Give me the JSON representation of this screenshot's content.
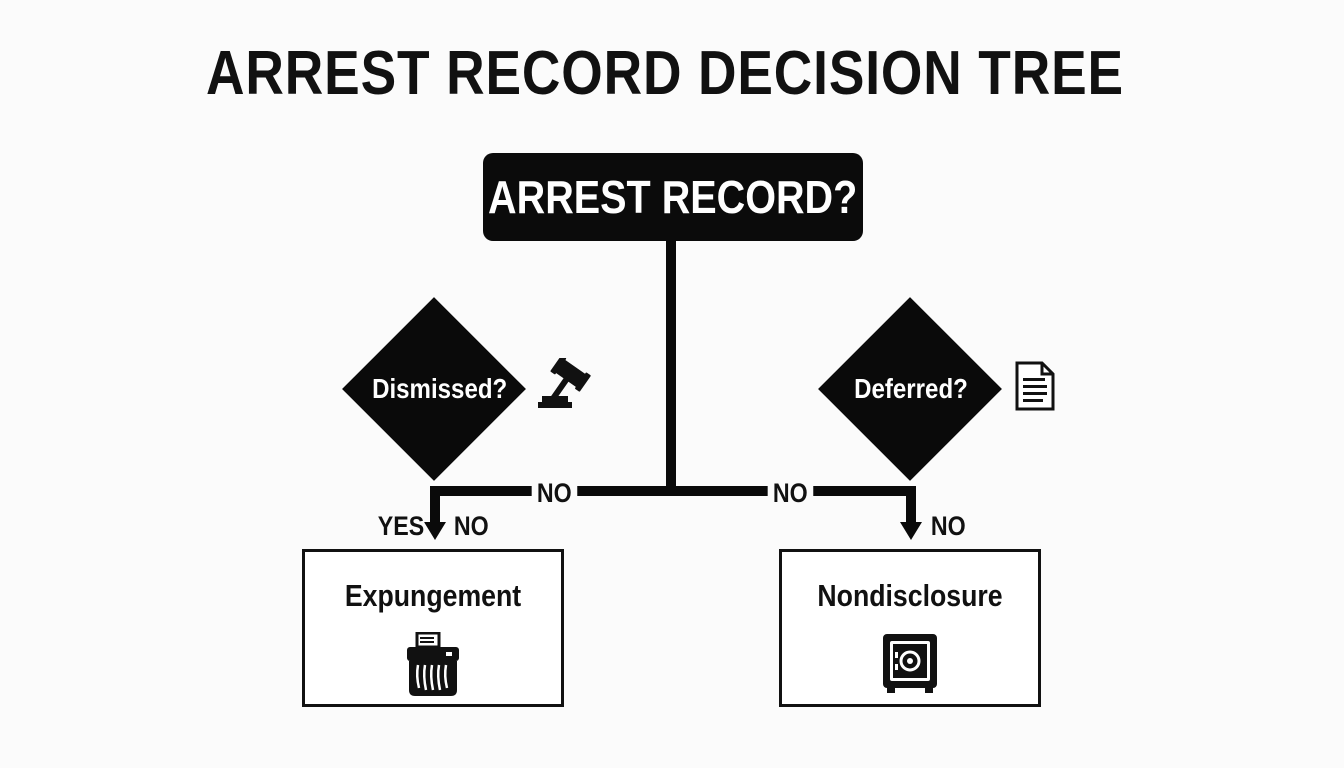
{
  "title": "ARREST RECORD DECISION TREE",
  "root": {
    "label": "ARREST RECORD?"
  },
  "decisions": {
    "dismissed": {
      "label": "Dismissed?",
      "icon": "gavel-icon"
    },
    "deferred": {
      "label": "Deferred?",
      "icon": "document-icon"
    }
  },
  "edges": {
    "root_to_dismissed_no": "NO",
    "root_to_deferred_no": "NO",
    "dismissed_yes": "YES",
    "dismissed_no": "NO",
    "deferred_no": "NO"
  },
  "outcomes": {
    "expungement": {
      "label": "Expungement",
      "icon": "shredder-icon"
    },
    "nondisclosure": {
      "label": "Nondisclosure",
      "icon": "safe-icon"
    }
  }
}
